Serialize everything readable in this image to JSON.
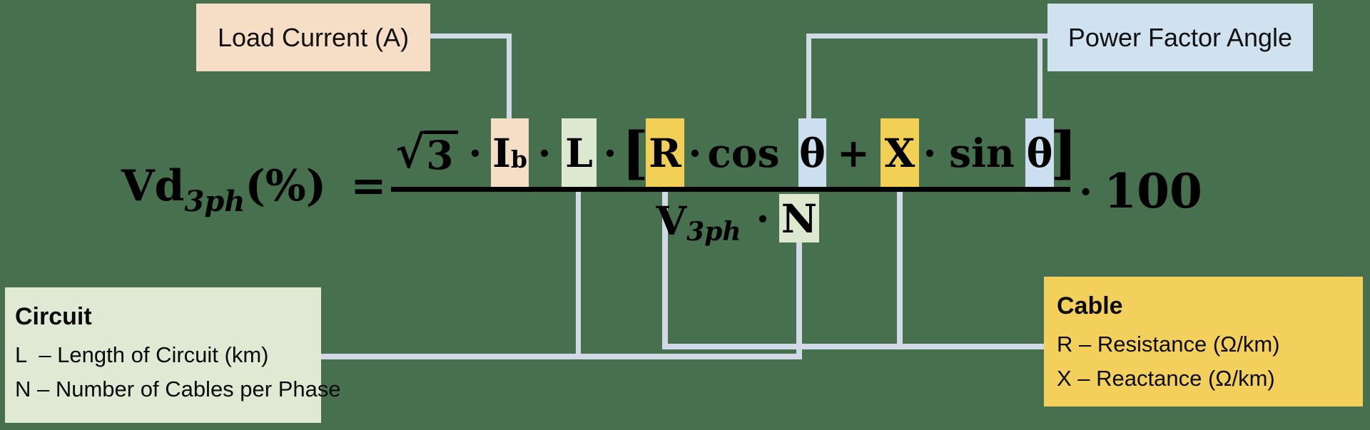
{
  "canvas": {
    "background": "#47704F"
  },
  "colors": {
    "background": "#47704F",
    "connector": "#D3DAE7",
    "peach": "#F5DDC6",
    "light_blue": "#D0E1EF",
    "light_green": "#DFE9D3",
    "yellow": "#F3D05C",
    "highlight_green": "#DCE8D0",
    "highlight_yellow": "#F2CF55",
    "highlight_blue": "#CCDFF0",
    "formula_text": "#000000"
  },
  "callouts": {
    "load_current": {
      "label": "Load Current (A)"
    },
    "power_factor": {
      "label": "Power Factor Angle"
    },
    "circuit": {
      "title": "Circuit",
      "line_length": "L  – Length of Circuit (km)",
      "line_cables": "N – Number of Cables per Phase"
    },
    "cable": {
      "title": "Cable",
      "line_resistance": "R – Resistance (Ω/km)",
      "line_reactance": "X – Reactance (Ω/km)"
    }
  },
  "formula": {
    "lhs": {
      "base": "Vd",
      "sub": "3ph",
      "percent": "(%)",
      "equals": "="
    },
    "num": {
      "sqrt_sign": "√",
      "radicand": "3",
      "dot": "·",
      "current": "I",
      "current_sub": "b",
      "length": "L",
      "bracket_open": "[",
      "resistance": "R",
      "cos": "cos",
      "theta": "θ",
      "plus": "+",
      "reactance": "X",
      "sin": "sin",
      "bracket_close": "]"
    },
    "den": {
      "voltage": "V",
      "voltage_sub": "3ph",
      "dot": "·",
      "cables": "N"
    },
    "mult": {
      "dot": "·",
      "value": "100"
    }
  }
}
